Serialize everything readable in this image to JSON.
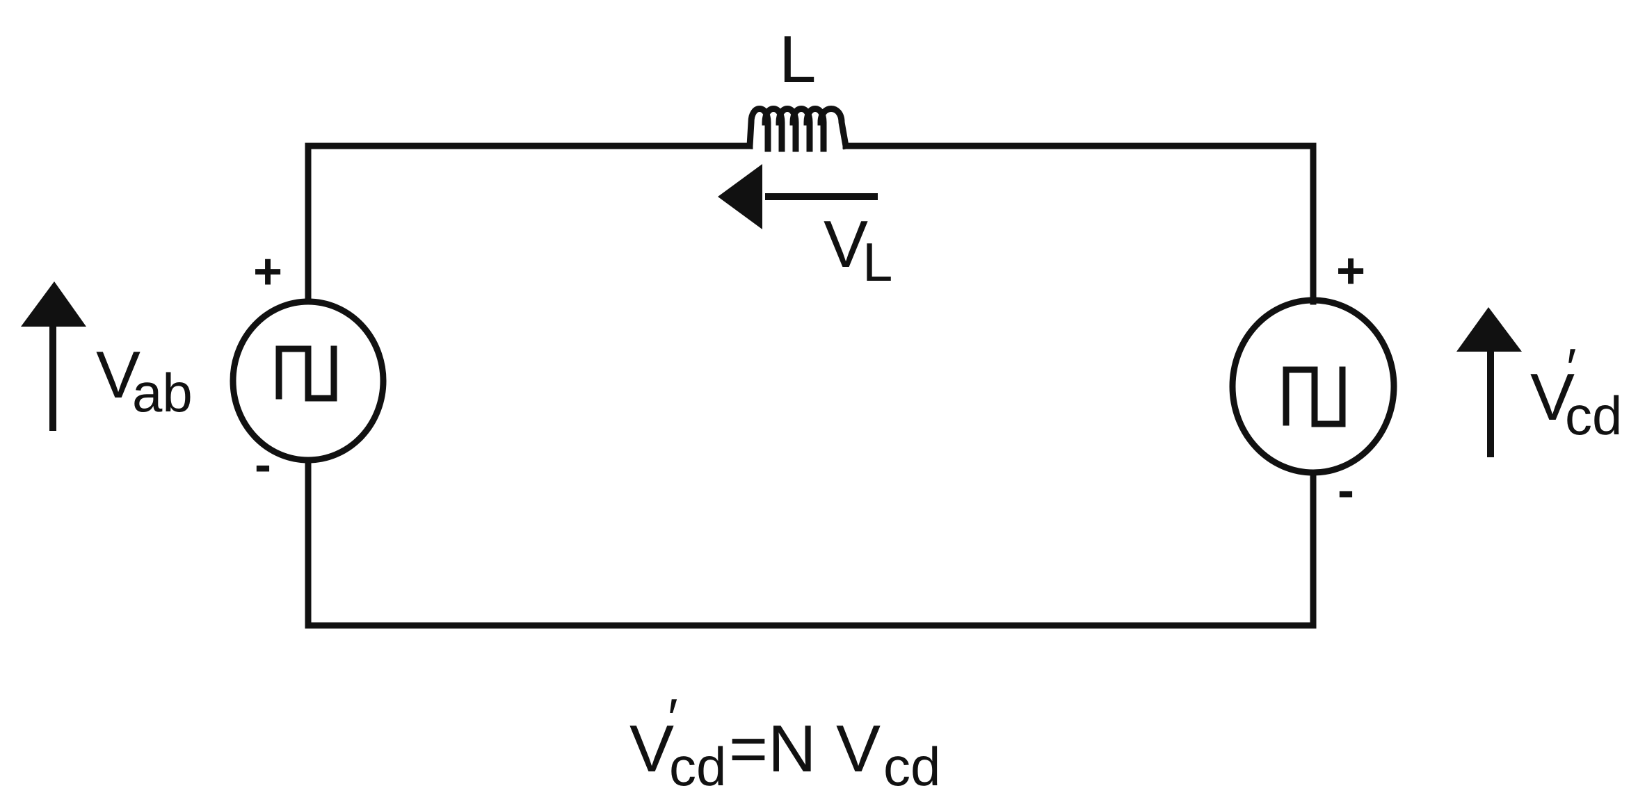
{
  "labels": {
    "inductor": "L",
    "vl_main": "V",
    "vl_sub": "L",
    "vab_main": "V",
    "vab_sub": "ab",
    "vcd_main": "V",
    "vcd_prime": "′",
    "vcd_sub": "cd",
    "plus": "+",
    "minus": "-"
  },
  "equation": {
    "lhs_main": "V",
    "lhs_prime": "′",
    "lhs_sub": "cd",
    "equals_n": "=N",
    "rhs_main": "V",
    "rhs_sub": "cd"
  }
}
